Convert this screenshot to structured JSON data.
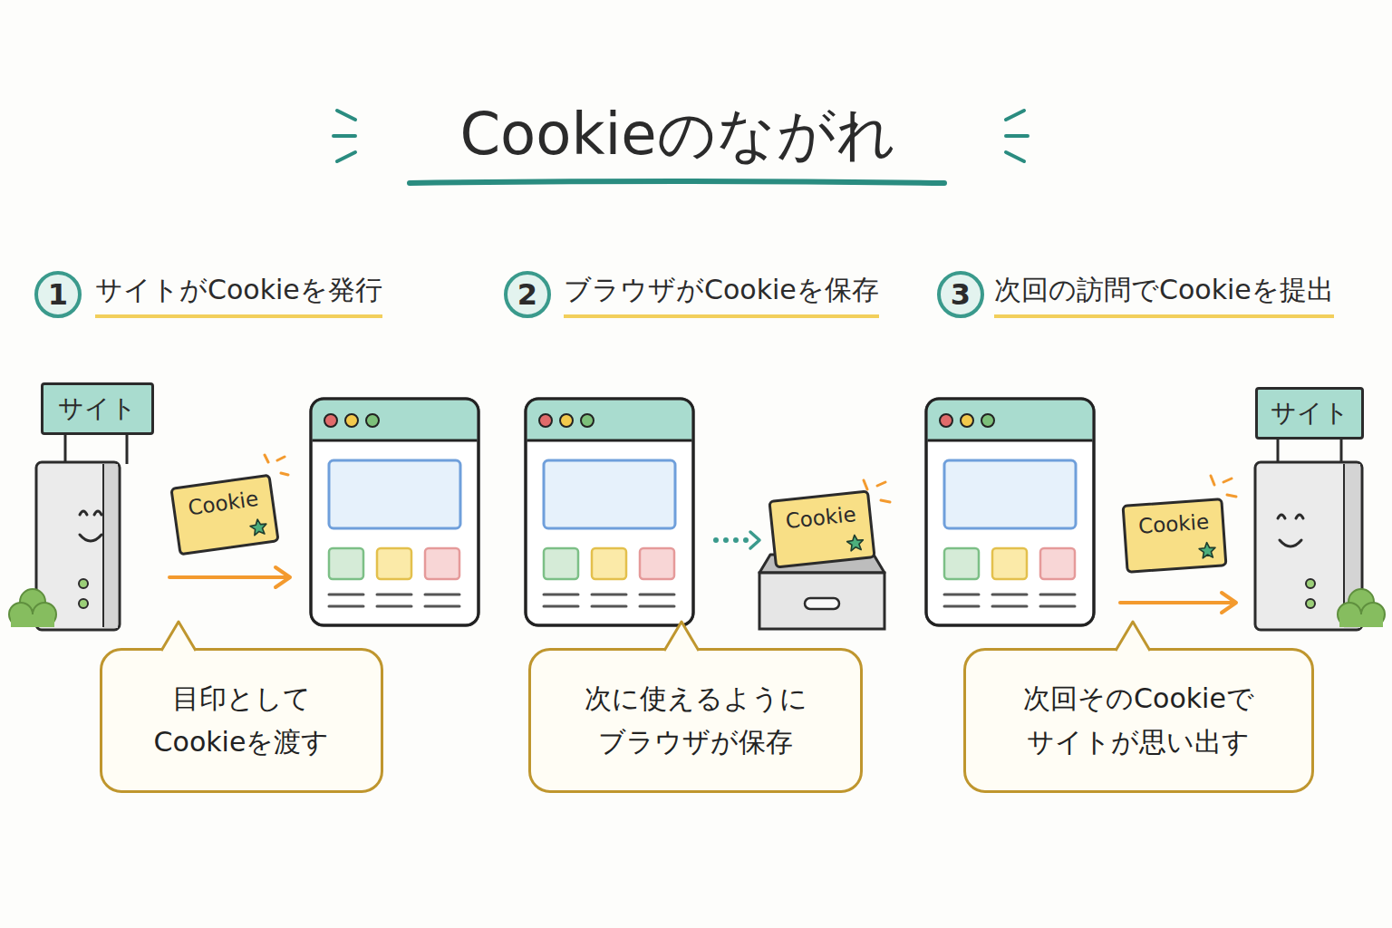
{
  "diagram": {
    "title": "Cookieのながれ",
    "nodes": [
      {
        "text": [
          "1"
        ]
      },
      {
        "text": [
          "2"
        ]
      },
      {
        "text": [
          "3"
        ]
      },
      {
        "text": [
          "サイト"
        ]
      },
      {
        "text": [
          "Cookie"
        ]
      },
      {
        "text": [
          "目印として Cookieを渡す"
        ]
      },
      {
        "text": [
          "Cookie"
        ]
      },
      {
        "text": [
          "次に使えるように ブラウザが保存"
        ]
      },
      {
        "text": [
          "Cookie"
        ]
      },
      {
        "text": [
          "サイト"
        ]
      },
      {
        "text": [
          "次回そのCookieで サイトが思い出す"
        ]
      }
    ],
    "labels": [
      "サイトがCookieを発行",
      "ブラウザがCookieを保存",
      "次回の訪問でCookieを提出"
    ]
  }
}
